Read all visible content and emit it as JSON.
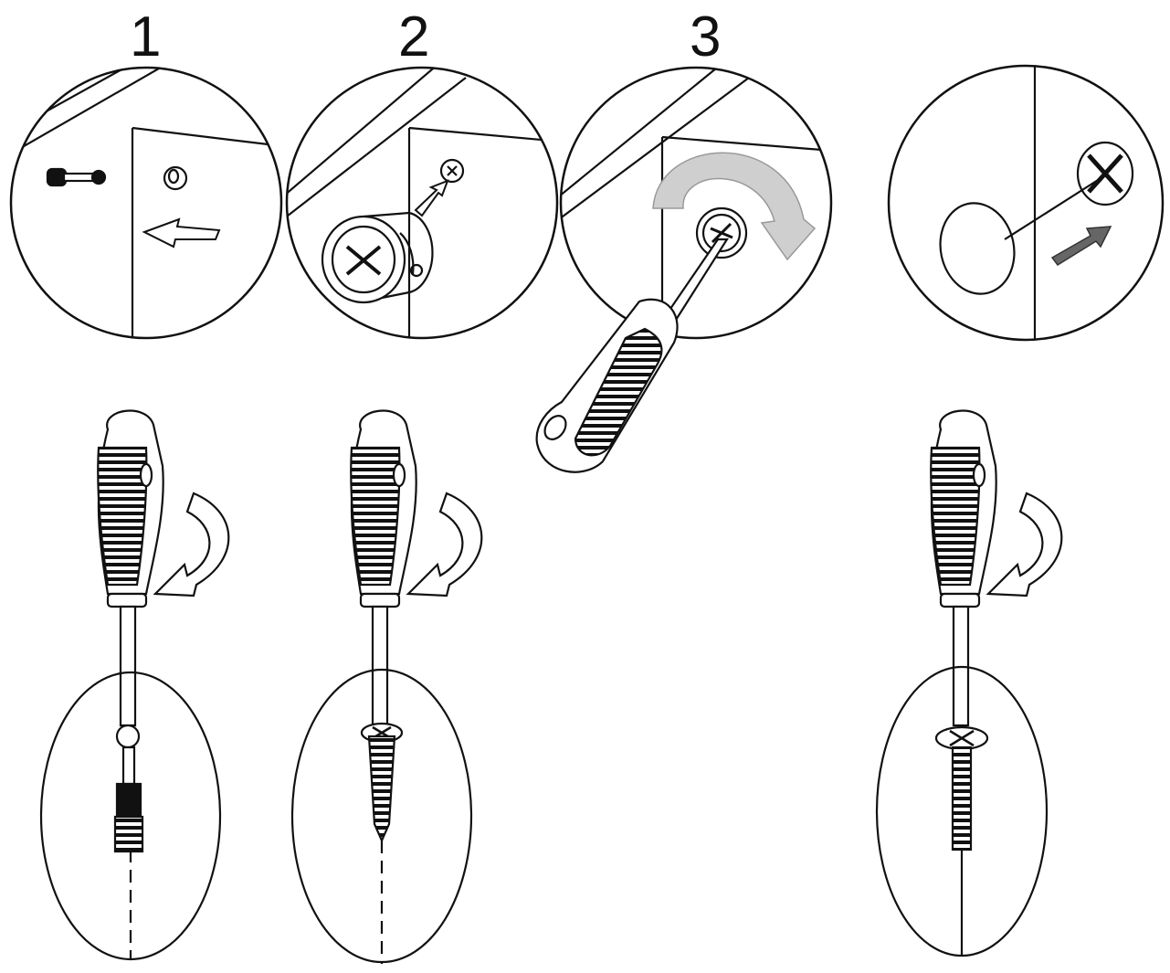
{
  "steps": [
    {
      "label": "1"
    },
    {
      "label": "2"
    },
    {
      "label": "3"
    }
  ],
  "colors": {
    "line": "#111111",
    "arrow_gray": "#cfcfcf",
    "arrow_dark": "#666666",
    "background": "#ffffff"
  },
  "icons": [
    "cam-bolt-icon",
    "cam-lock-icon",
    "screwdriver-icon",
    "rotate-arrow-icon",
    "cover-cap-icon",
    "insert-arrow-icon",
    "wood-screw-icon",
    "machine-screw-icon",
    "dowel-bolt-icon"
  ]
}
